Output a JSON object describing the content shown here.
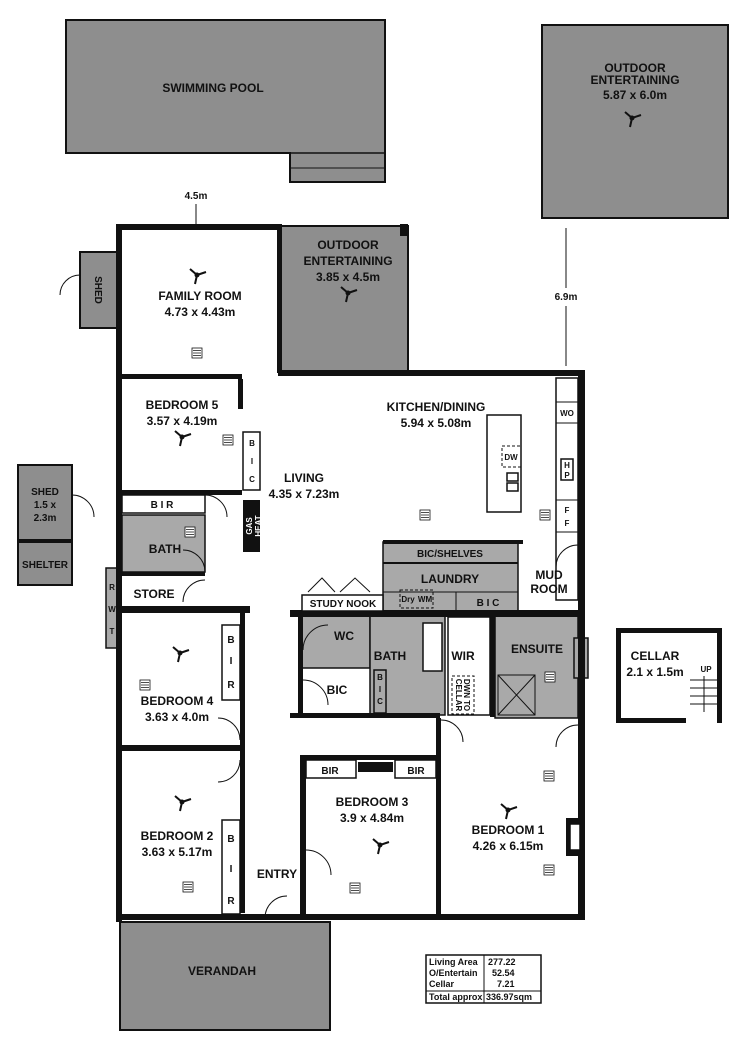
{
  "external": {
    "pool": {
      "label": "SWIMMING POOL"
    },
    "outdoor_entertaining_main": {
      "label": "OUTDOOR",
      "label2": "ENTERTAINING",
      "size": "5.87 x 6.0m"
    },
    "dim_pool": "4.5m",
    "dim_outdoor": "6.9m",
    "shed_small": {
      "label": "SHED"
    },
    "shed_large": {
      "label": "SHED",
      "size1": "1.5 x",
      "size2": "2.3m"
    },
    "shelter": {
      "label": "SHELTER"
    },
    "rwt": [
      "R",
      "W",
      "T"
    ],
    "verandah": {
      "label": "VERANDAH"
    },
    "cellar": {
      "label": "CELLAR",
      "size": "2.1 x 1.5m",
      "up": "UP"
    }
  },
  "rooms": {
    "family": {
      "label": "FAMILY ROOM",
      "size": "4.73 x 4.43m"
    },
    "outdoor_entertaining": {
      "label": "OUTDOOR",
      "label2": "ENTERTAINING",
      "size": "3.85 x 4.5m"
    },
    "bedroom5": {
      "label": "BEDROOM 5",
      "size": "3.57 x 4.19m"
    },
    "living": {
      "label": "LIVING",
      "size": "4.35 x 7.23m"
    },
    "kitchen": {
      "label": "KITCHEN/DINING",
      "size": "5.94 x 5.08m"
    },
    "bir": "B  I  R",
    "bic_v": [
      "B",
      "I",
      "C"
    ],
    "bir_v": [
      "B",
      "I",
      "R"
    ],
    "gas_heat": [
      "GAS",
      "HEAT"
    ],
    "bath": "BATH",
    "store": "STORE",
    "wo": "WO",
    "hp": [
      "H",
      "P"
    ],
    "ff": [
      "F",
      "F"
    ],
    "dw": "DW",
    "bic_shelves": "BIC/SHELVES",
    "laundry": "LAUNDRY",
    "dry": "Dry",
    "wm": "WM",
    "laundry_bic": "B  I  C",
    "mud_room": [
      "MUD",
      "ROOM"
    ],
    "study_nook": "STUDY NOOK",
    "wc": "WC",
    "bic": "BIC",
    "wir": "WIR",
    "dwn_to_cellar": [
      "DWN TO",
      "CELLAR"
    ],
    "ensuite": "ENSUITE",
    "bedroom4": {
      "label": "BEDROOM 4",
      "size": "3.63 x 4.0m"
    },
    "bedroom2": {
      "label": "BEDROOM 2",
      "size": "3.63 x 5.17m"
    },
    "entry": "ENTRY",
    "bedroom3": {
      "label": "BEDROOM 3",
      "size": "3.9 x 4.84m",
      "bir_left": "BIR",
      "bir_right": "BIR"
    },
    "bedroom1": {
      "label": "BEDROOM 1",
      "size": "4.26 x 6.15m"
    }
  },
  "area_table": [
    {
      "label": "Living Area",
      "value": "277.22"
    },
    {
      "label": "O/Entertain",
      "value": "52.54"
    },
    {
      "label": "Cellar",
      "value": "7.21"
    },
    {
      "label": "Total approx",
      "value": "336.97sqm"
    }
  ],
  "colors": {
    "shaded": "#8e8e8e",
    "wall": "#111111"
  }
}
